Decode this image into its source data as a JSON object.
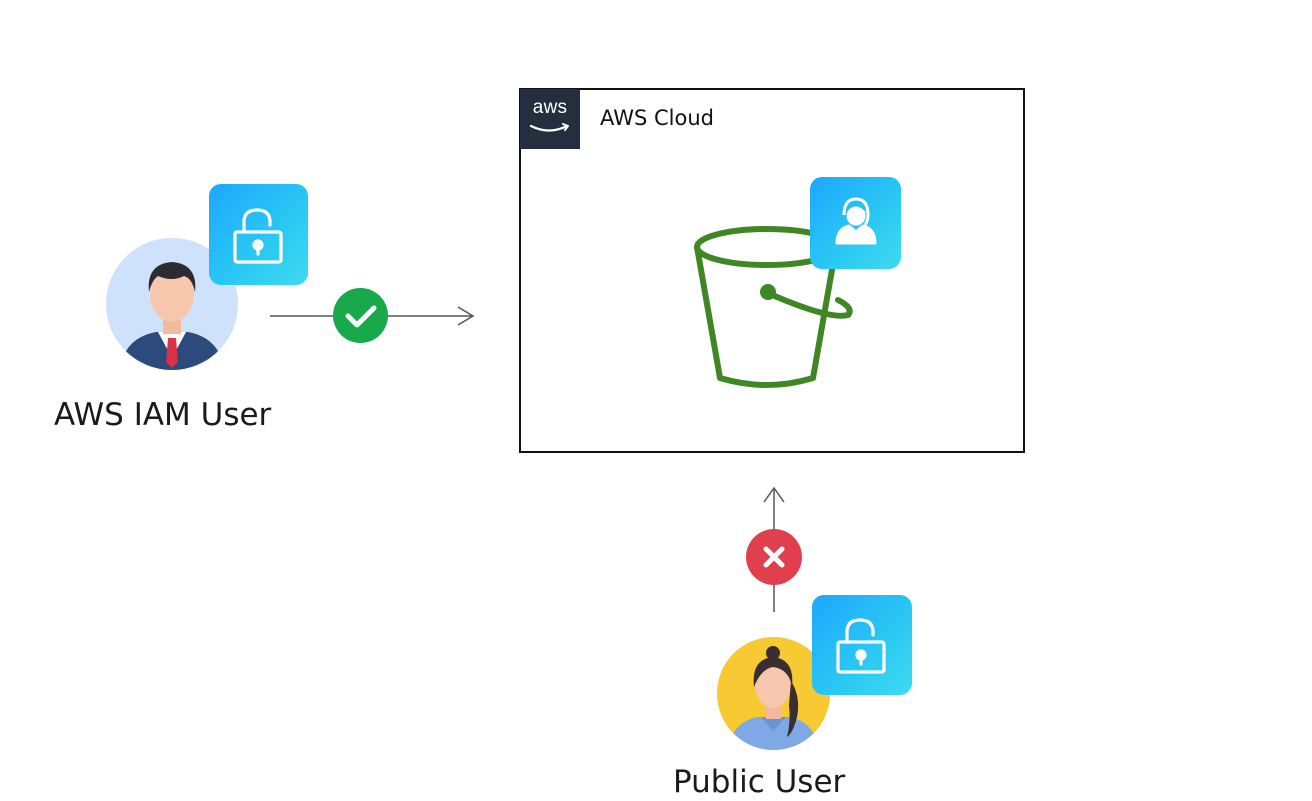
{
  "cloud": {
    "label": "AWS Cloud",
    "logo_text": "aws",
    "logo_color": "#232f3e",
    "border_color": "#111111"
  },
  "bucket": {
    "icon": "s3-bucket-icon",
    "color": "#3f8624",
    "badge_icon": "user-icon"
  },
  "iam_user": {
    "label": "AWS IAM User",
    "avatar_icon": "businessman-avatar-icon",
    "badge_icon": "unlocked-padlock-icon"
  },
  "public_user": {
    "label": "Public User",
    "avatar_icon": "woman-avatar-icon",
    "badge_icon": "unlocked-padlock-icon"
  },
  "access": {
    "iam_to_bucket": {
      "status": "allowed",
      "icon": "check-icon",
      "color": "#17a94a"
    },
    "public_to_bucket": {
      "status": "denied",
      "icon": "cross-icon",
      "color": "#e0404d"
    }
  },
  "colors": {
    "badge_gradient_start": "#1ea7ff",
    "badge_gradient_end": "#3ddbf0",
    "arrow": "#555555"
  }
}
